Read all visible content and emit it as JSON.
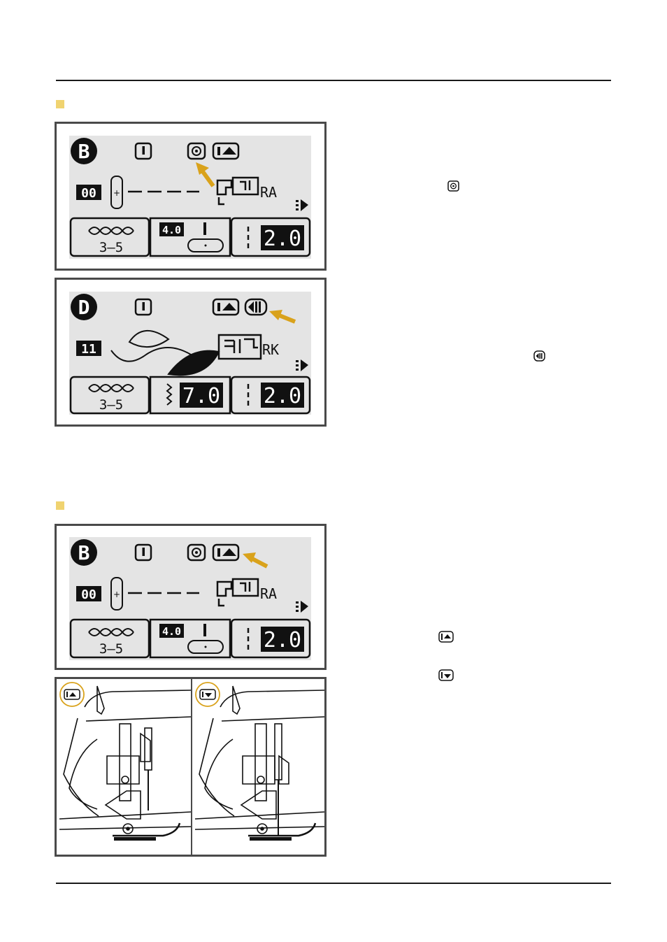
{
  "colors": {
    "accent_arrow": "#d9a21b",
    "bullet": "#f0d370",
    "lcd_bg": "#e4e4e4",
    "frame": "#4a4a4a"
  },
  "screen1": {
    "mode_letter": "B",
    "stitch_number": "00",
    "foot_code": "RA",
    "tension_range": "3–5",
    "width_value": "4.0",
    "length_value": "2.0",
    "highlighted_icon": "needle-position-icon"
  },
  "screen2": {
    "mode_letter": "D",
    "stitch_number": "11",
    "foot_code": "RK",
    "tension_range": "3–5",
    "width_value": "7.0",
    "length_value": "2.0",
    "highlighted_icon": "mirror-image-icon"
  },
  "screen3": {
    "mode_letter": "B",
    "stitch_number": "00",
    "foot_code": "RA",
    "tension_range": "3–5",
    "width_value": "4.0",
    "length_value": "2.0",
    "highlighted_icon": "needle-up-icon"
  },
  "inline_icons": [
    "needle-position-icon",
    "mirror-image-icon",
    "needle-up-icon",
    "needle-down-icon"
  ],
  "photos": [
    "needle-up-photo",
    "needle-down-photo"
  ]
}
